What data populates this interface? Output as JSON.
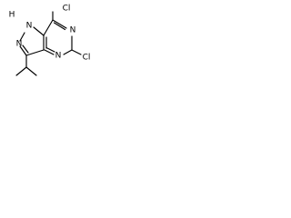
{
  "molecule": {
    "atoms": {
      "cl_top": "Cl",
      "cl_right": "Cl",
      "n_pyrimidine_top": "N",
      "n_pyrimidine_bottom": "N",
      "nh_pyrazole": "H",
      "n_pyrazole_1": "N",
      "n_pyrazole_2": "N"
    }
  }
}
